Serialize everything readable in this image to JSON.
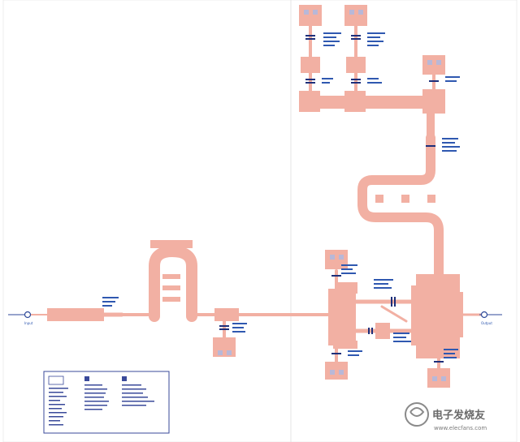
{
  "ports": {
    "in_label": "Input",
    "out_label": "Output"
  },
  "watermark": {
    "text": "电子发烧友",
    "domain": "www.elecfans.com"
  }
}
